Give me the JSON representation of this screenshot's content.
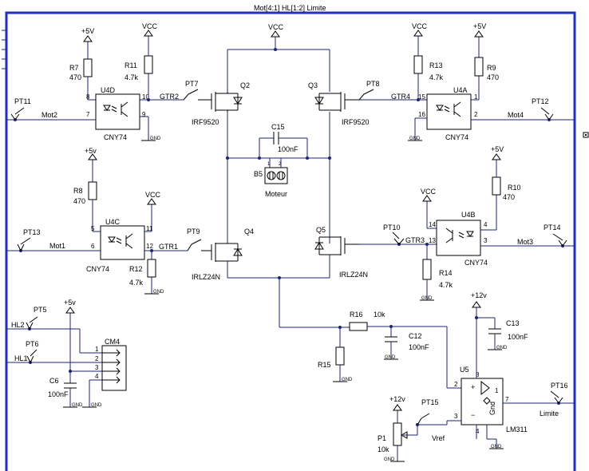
{
  "bus_label": "Mot[4:1] HL[1:2] Limite",
  "rails": {
    "p5v": "+5V",
    "p5v_lower": "+5v",
    "vcc": "VCC",
    "p12v": "+12v",
    "gnd": "GND"
  },
  "nets": {
    "mot1": "Mot1",
    "mot2": "Mot2",
    "mot3": "Mot3",
    "mot4": "Mot4",
    "hl1": "HL1",
    "hl2": "HL2",
    "gtr1": "GTR1",
    "gtr2": "GTR2",
    "gtr3": "GTR3",
    "gtr4": "GTR4",
    "limite": "Limite",
    "vref": "Vref"
  },
  "testpoints": [
    "PT5",
    "PT6",
    "PT7",
    "PT8",
    "PT9",
    "PT10",
    "PT11",
    "PT12",
    "PT13",
    "PT14",
    "PT15",
    "PT16"
  ],
  "resistors": {
    "r7": {
      "ref": "R7",
      "value": "470"
    },
    "r8": {
      "ref": "R8",
      "value": "470"
    },
    "r9": {
      "ref": "R9",
      "value": "470"
    },
    "r10": {
      "ref": "R10",
      "value": "470"
    },
    "r11": {
      "ref": "R11",
      "value": "4.7k"
    },
    "r12": {
      "ref": "R12",
      "value": "4.7k"
    },
    "r13": {
      "ref": "R13",
      "value": "4.7k"
    },
    "r14": {
      "ref": "R14",
      "value": "4.7k"
    },
    "r15": {
      "ref": "R15"
    },
    "r16": {
      "ref": "R16",
      "value": "10k"
    },
    "p1": {
      "ref": "P1",
      "value": "10k"
    }
  },
  "capacitors": {
    "c6": {
      "ref": "C6",
      "value": "100nF"
    },
    "c12": {
      "ref": "C12",
      "value": "100nF"
    },
    "c13": {
      "ref": "C13",
      "value": "100nF"
    },
    "c15": {
      "ref": "C15",
      "value": "100nF"
    }
  },
  "optocouplers": {
    "u4d": {
      "ref": "U4D",
      "part": "CNY74",
      "pins": [
        "8",
        "10",
        "7",
        "9"
      ]
    },
    "u4c": {
      "ref": "U4C",
      "part": "CNY74",
      "pins": [
        "5",
        "11",
        "6",
        "12"
      ]
    },
    "u4a": {
      "ref": "U4A",
      "part": "CNY74",
      "pins": [
        "15",
        "1",
        "16",
        "2"
      ]
    },
    "u4b": {
      "ref": "U4B",
      "part": "CNY74",
      "pins": [
        "14",
        "4",
        "13",
        "3"
      ]
    }
  },
  "transistors": {
    "q2": {
      "ref": "Q2",
      "part": "IRF9520"
    },
    "q3": {
      "ref": "Q3",
      "part": "IRF9520"
    },
    "q4": {
      "ref": "Q4",
      "part": "IRLZ24N"
    },
    "q5": {
      "ref": "Q5",
      "part": "IRLZ24N"
    }
  },
  "motor": {
    "ref": "B5",
    "name": "Moteur",
    "pins": [
      "1",
      "2"
    ]
  },
  "connector": {
    "ref": "CM4",
    "pins": [
      "1",
      "2",
      "3",
      "4"
    ]
  },
  "comparator": {
    "ref": "U5",
    "part": "LM311",
    "pins": [
      "2",
      "3",
      "7",
      "8",
      "4",
      "1"
    ],
    "gnd_label": "Gnd"
  }
}
